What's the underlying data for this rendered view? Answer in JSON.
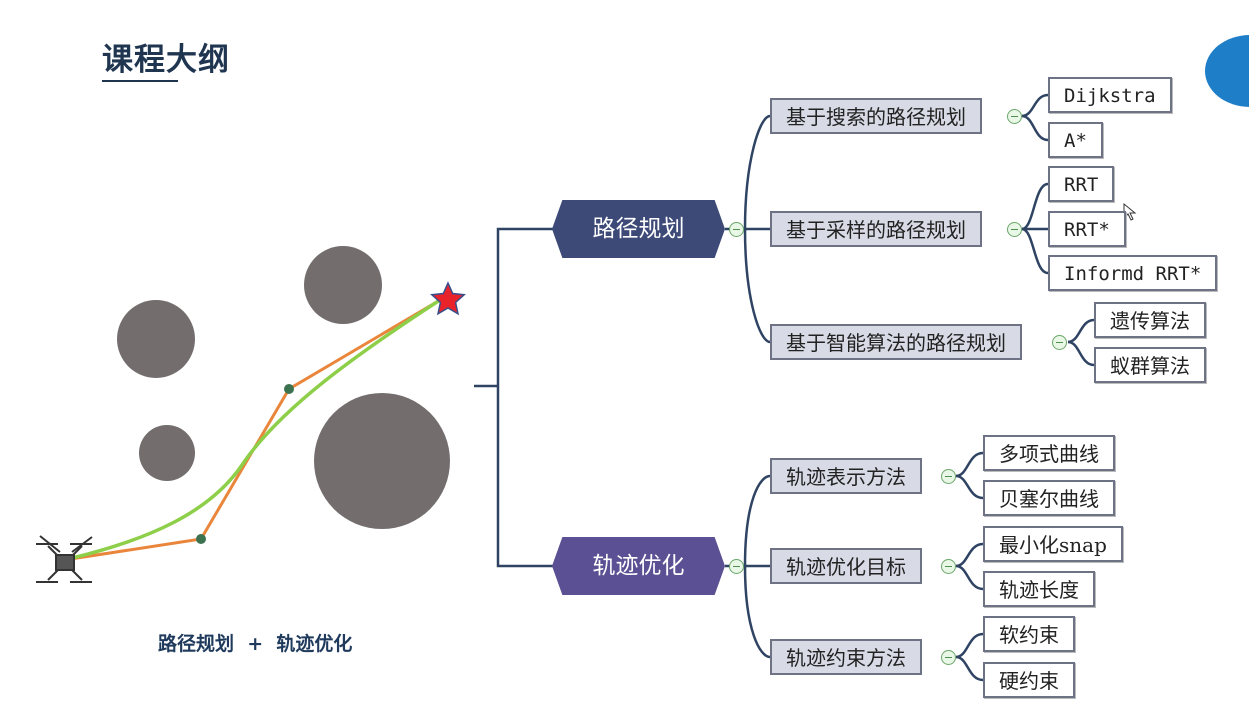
{
  "title": "课程大纲",
  "caption": "路径规划  +  轨迹优化",
  "colors": {
    "title": "#1f3550",
    "root_planning": "#3d4a78",
    "root_optimization": "#5b5093",
    "connector": "#2f4363",
    "obstacle": "#736d6e",
    "path_orange": "#e9863b",
    "path_green": "#8ecf4a",
    "waypoint": "#3c7250",
    "goal_star": "#e8242a"
  },
  "icons": {
    "drone": "drone-icon",
    "goal": "star-icon"
  },
  "mindmap": {
    "branches": [
      {
        "label": "路径规划",
        "children": [
          {
            "label": "基于搜索的路径规划",
            "leaves": [
              "Dijkstra",
              "A*"
            ]
          },
          {
            "label": "基于采样的路径规划",
            "leaves": [
              "RRT",
              "RRT*",
              "Informd RRT*"
            ]
          },
          {
            "label": "基于智能算法的路径规划",
            "leaves": [
              "遗传算法",
              "蚁群算法"
            ]
          }
        ]
      },
      {
        "label": "轨迹优化",
        "children": [
          {
            "label": "轨迹表示方法",
            "leaves": [
              "多项式曲线",
              "贝塞尔曲线"
            ]
          },
          {
            "label": "轨迹优化目标",
            "leaves": [
              "最小化snap",
              "轨迹长度"
            ]
          },
          {
            "label": "轨迹约束方法",
            "leaves": [
              "软约束",
              "硬约束"
            ]
          }
        ]
      }
    ]
  }
}
